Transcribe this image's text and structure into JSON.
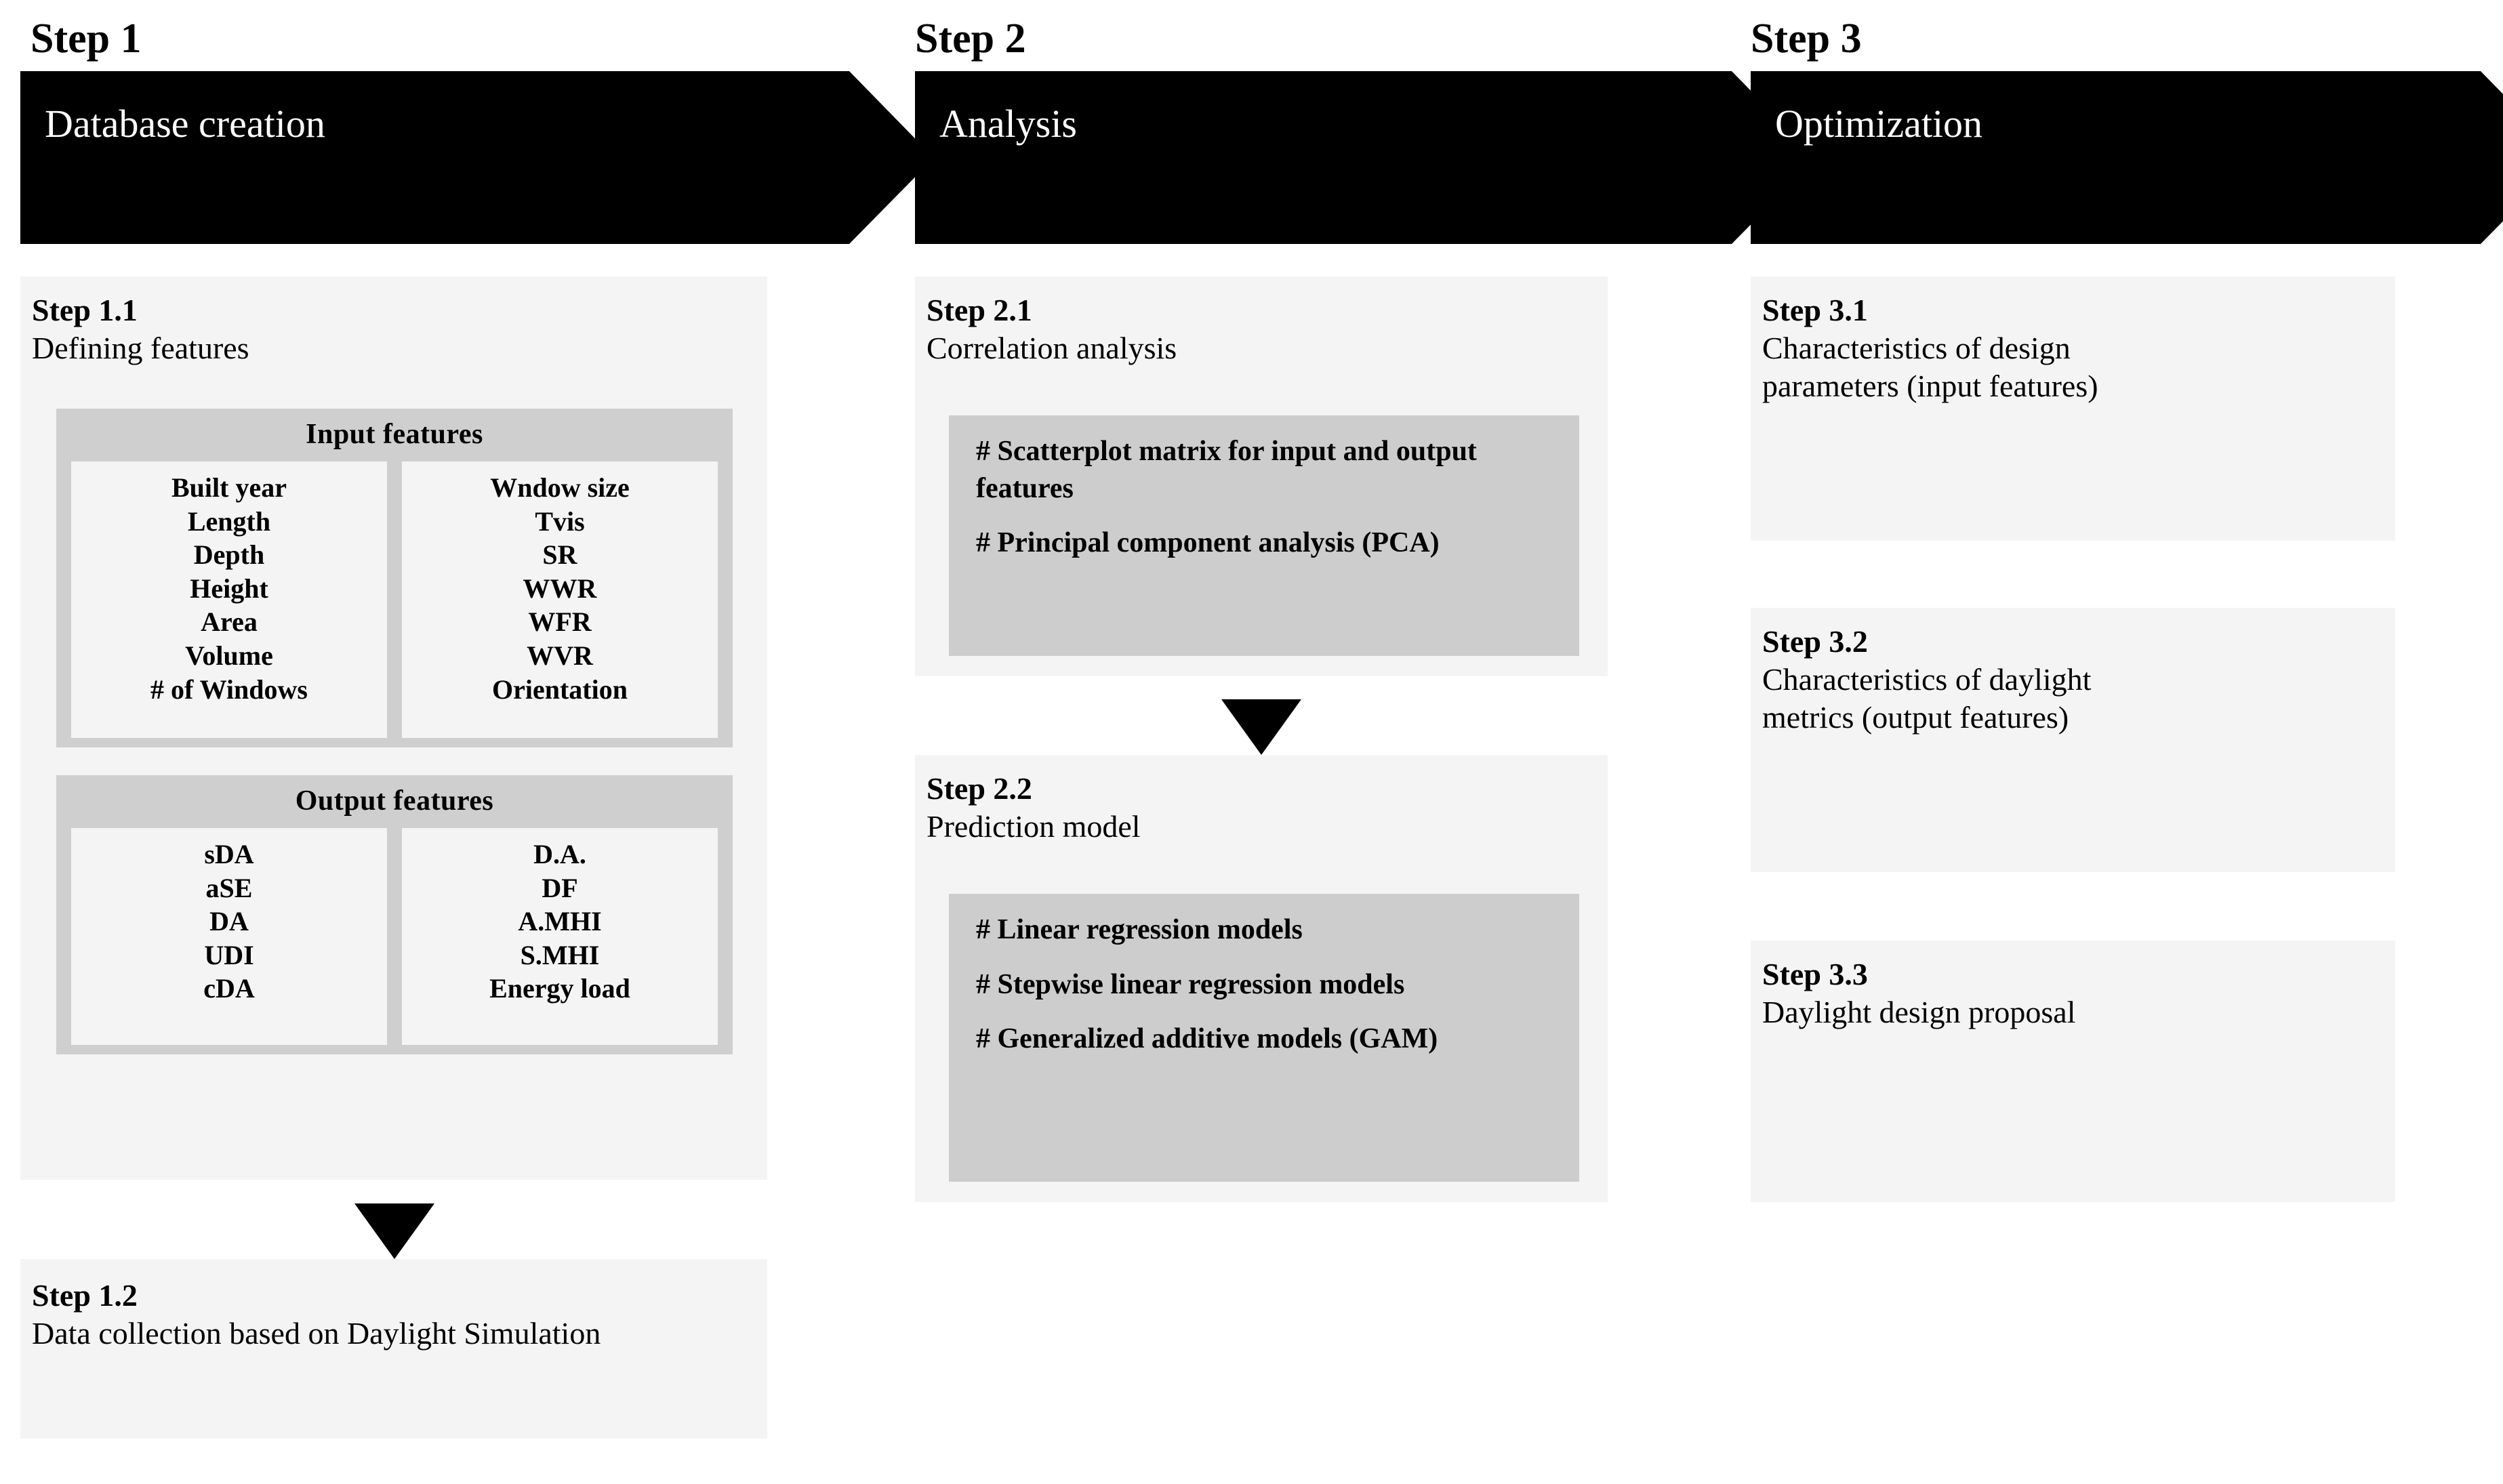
{
  "columns": [
    {
      "step_label": "Step 1",
      "banner_title": "Database creation",
      "sub_steps": [
        {
          "number": "Step 1.1",
          "title": "Defining features"
        },
        {
          "number": "Step 1.2",
          "title": "Data collection based on Daylight Simulation"
        }
      ],
      "feature_groups": [
        {
          "title": "Input features",
          "left_column": [
            "Built year",
            "Length",
            "Depth",
            "Height",
            "Area",
            "Volume",
            "# of Windows"
          ],
          "right_column": [
            "Wndow size",
            "Tvis",
            "SR",
            "WWR",
            "WFR",
            "WVR",
            "Orientation"
          ]
        },
        {
          "title": "Output features",
          "left_column": [
            "sDA",
            "aSE",
            "DA",
            "UDI",
            "cDA"
          ],
          "right_column": [
            "D.A.",
            "DF",
            "A.MHI",
            "S.MHI",
            "Energy load"
          ]
        }
      ]
    },
    {
      "step_label": "Step 2",
      "banner_title": "Analysis",
      "sub_steps": [
        {
          "number": "Step 2.1",
          "title": "Correlation analysis",
          "bullets": [
            "# Scatterplot matrix for input and output features",
            "# Principal component analysis (PCA)"
          ]
        },
        {
          "number": "Step 2.2",
          "title": "Prediction model",
          "bullets": [
            "# Linear regression models",
            "# Stepwise linear regression models",
            "# Generalized additive models (GAM)"
          ]
        }
      ]
    },
    {
      "step_label": "Step 3",
      "banner_title": "Optimization",
      "sub_steps": [
        {
          "number": "Step 3.1",
          "title": "Characteristics of design parameters (input features)"
        },
        {
          "number": "Step 3.2",
          "title": "Characteristics of daylight metrics (output features)"
        },
        {
          "number": "Step 3.3",
          "title": "Daylight design proposal"
        }
      ]
    }
  ],
  "colors": {
    "banner": "#000000",
    "panel": "#f4f4f4",
    "group": "#cfcfcf",
    "bullets": "#cdcdcd",
    "text": "#000000",
    "banner_text": "#ffffff"
  }
}
